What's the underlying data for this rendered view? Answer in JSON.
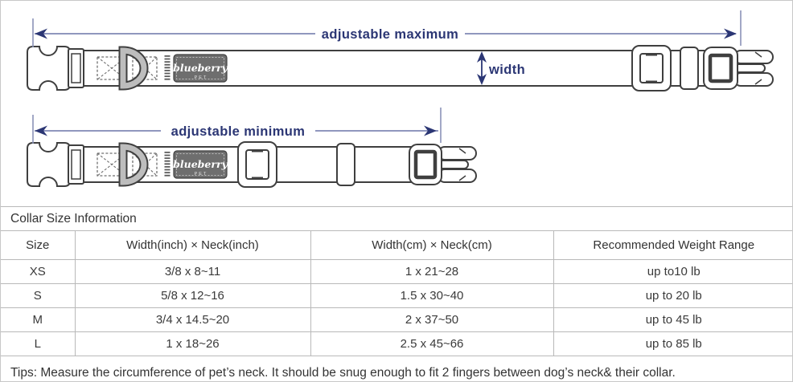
{
  "diagram": {
    "adjustable_maximum_label": "adjustable maximum",
    "adjustable_minimum_label": "adjustable minimum",
    "width_label": "width",
    "brand_name": "blueberry",
    "brand_sub": "PET",
    "accent_color": "#2b3674",
    "outline_color": "#3f3f3f"
  },
  "section": {
    "title": "Collar Size Information"
  },
  "table": {
    "headers": [
      "Size",
      "Width(inch) × Neck(inch)",
      "Width(cm) × Neck(cm)",
      "Recommended Weight Range"
    ],
    "rows": [
      {
        "size": "XS",
        "inch": "3/8 x 8~11",
        "cm": "1 x 21~28",
        "weight": "up to10 lb"
      },
      {
        "size": "S",
        "inch": "5/8 x 12~16",
        "cm": "1.5 x 30~40",
        "weight": "up to 20 lb"
      },
      {
        "size": "M",
        "inch": "3/4 x 14.5~20",
        "cm": "2 x 37~50",
        "weight": "up to 45 lb"
      },
      {
        "size": "L",
        "inch": "1 x 18~26",
        "cm": "2.5 x 45~66",
        "weight": "up to 85 lb"
      }
    ]
  },
  "tips": "Tips: Measure the circumference of pet’s neck. It should be snug enough to fit 2 fingers between dog’s neck& their collar."
}
